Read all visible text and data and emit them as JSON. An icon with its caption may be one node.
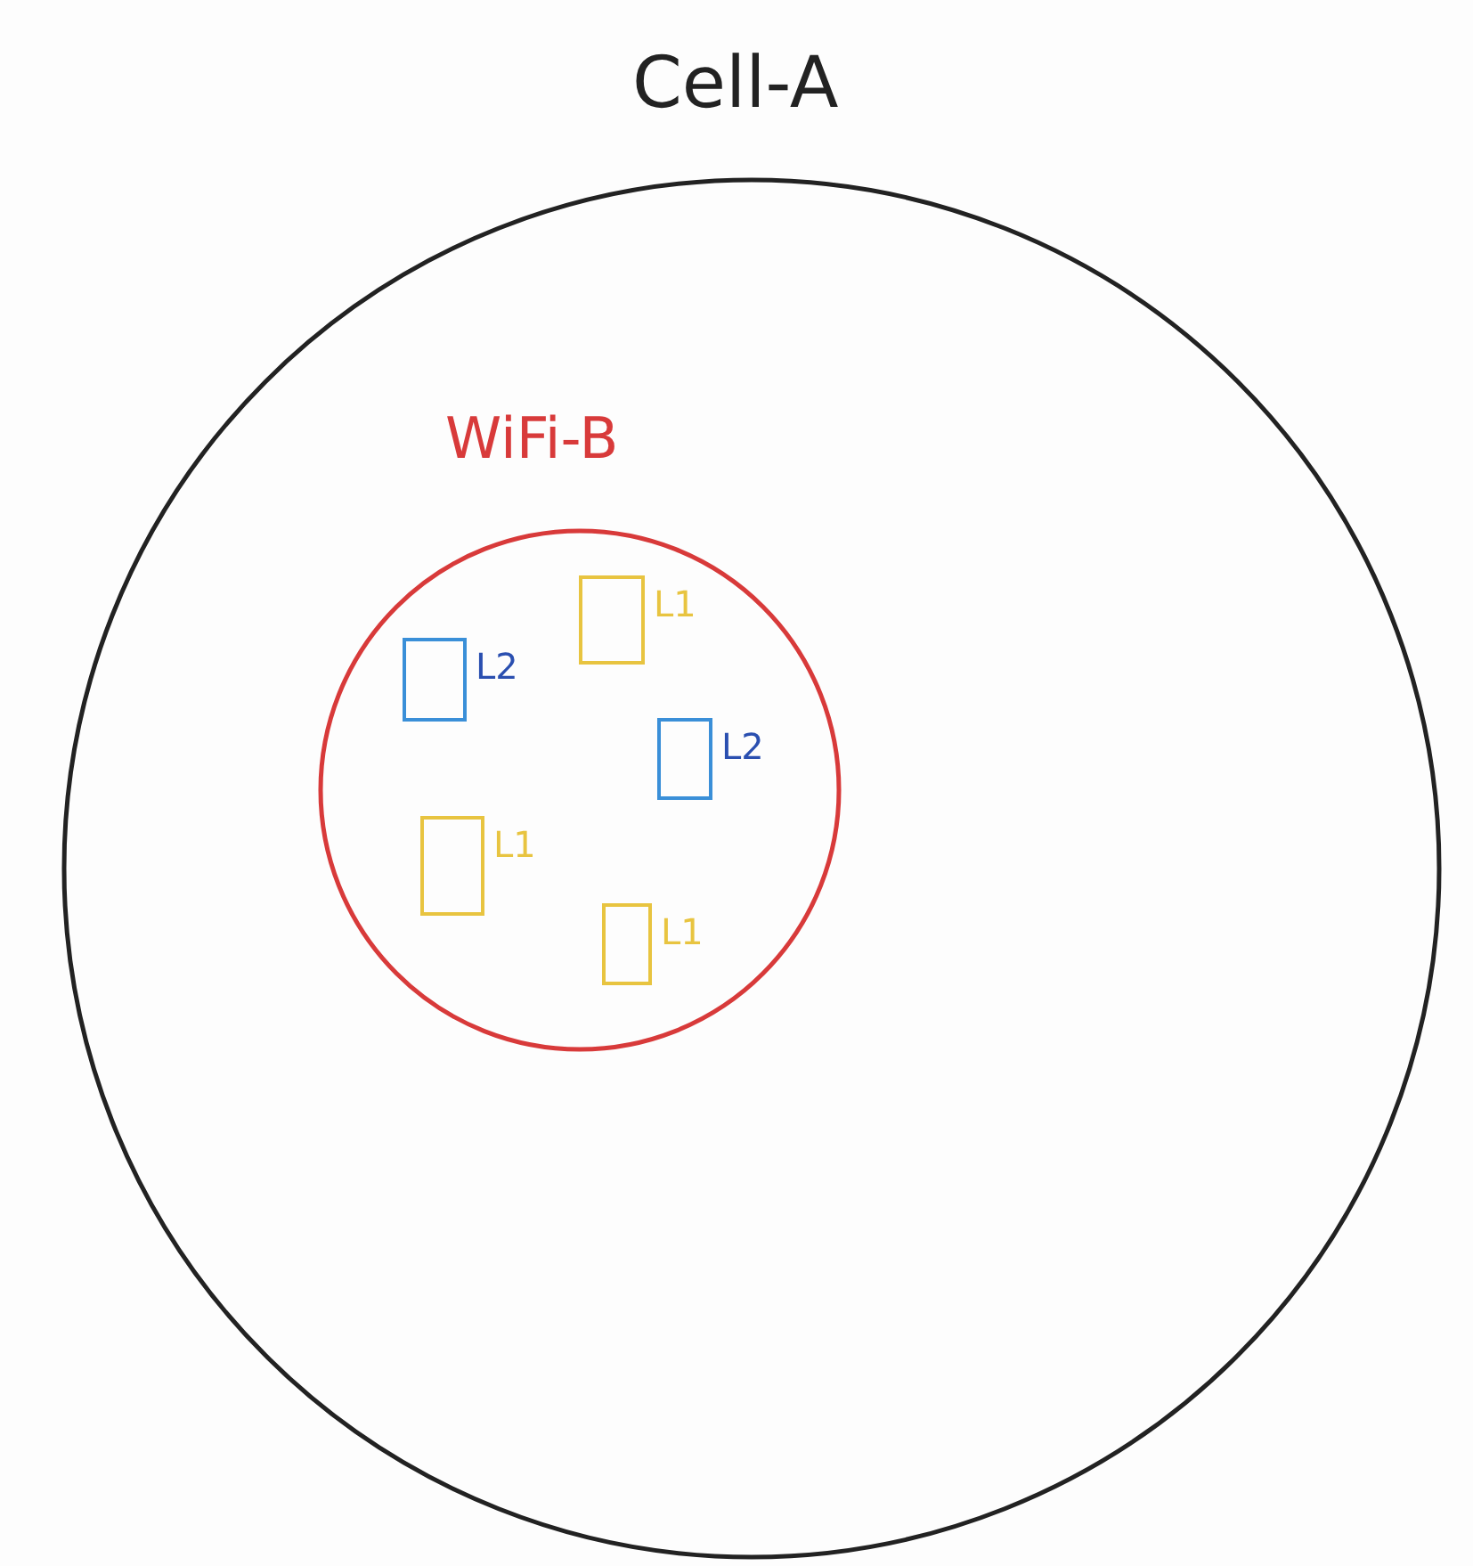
{
  "diagram": {
    "nodes": [
      {
        "text": [
          "Cell-A"
        ]
      },
      {
        "text": [
          "WiFi-B"
        ],
        "in": 0
      },
      {
        "text": [],
        "shape": "box",
        "in": 1,
        "beside": [
          "L1"
        ]
      },
      {
        "text": [],
        "shape": "box",
        "in": 1,
        "beside": [
          "L2"
        ]
      },
      {
        "text": [],
        "shape": "box",
        "in": 1,
        "beside": [
          "L2"
        ]
      },
      {
        "text": [],
        "shape": "box",
        "in": 1,
        "beside": [
          "L1"
        ]
      },
      {
        "text": [],
        "shape": "box",
        "in": 1,
        "beside": [
          "L1"
        ]
      }
    ],
    "edges": []
  }
}
